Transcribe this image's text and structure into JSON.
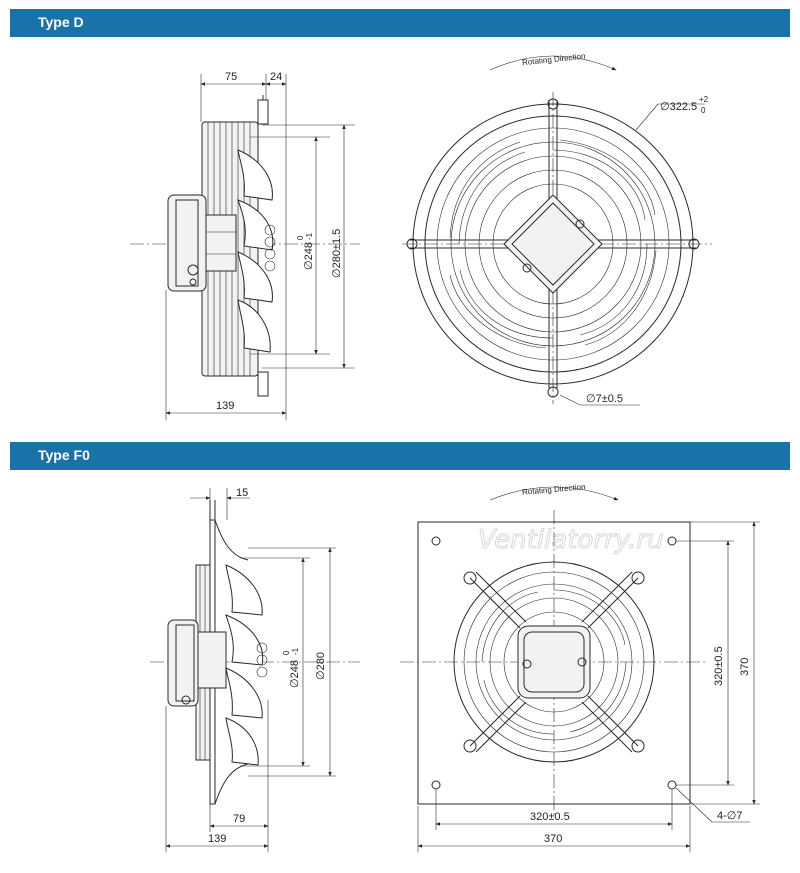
{
  "sections": [
    {
      "title": "Type D"
    },
    {
      "title": "Type F0"
    }
  ],
  "type_d": {
    "side_dims": {
      "d75": "75",
      "d24": "24",
      "d139": "139",
      "dia248": "∅248",
      "dia248_tol_top": "0",
      "dia248_tol_bot": "-1",
      "dia280": "∅280±1.5"
    },
    "front": {
      "rotating": "Rotating Direction",
      "dia322": "∅322.5",
      "dia322_tol_top": "+2",
      "dia322_tol_bot": "0",
      "hole": "∅7±0.5"
    }
  },
  "type_f0": {
    "side_dims": {
      "d15": "15",
      "d79": "79",
      "d139": "139",
      "dia248": "∅248",
      "dia248_tol_top": "0",
      "dia248_tol_bot": "-1",
      "dia280": "∅280"
    },
    "front": {
      "rotating": "Rotating Direction",
      "d320h": "320±0.5",
      "d370h": "370",
      "d320v": "320±0.5",
      "d370v": "370",
      "holes": "4-∅7"
    }
  },
  "watermark": "Ventilatorry.ru"
}
